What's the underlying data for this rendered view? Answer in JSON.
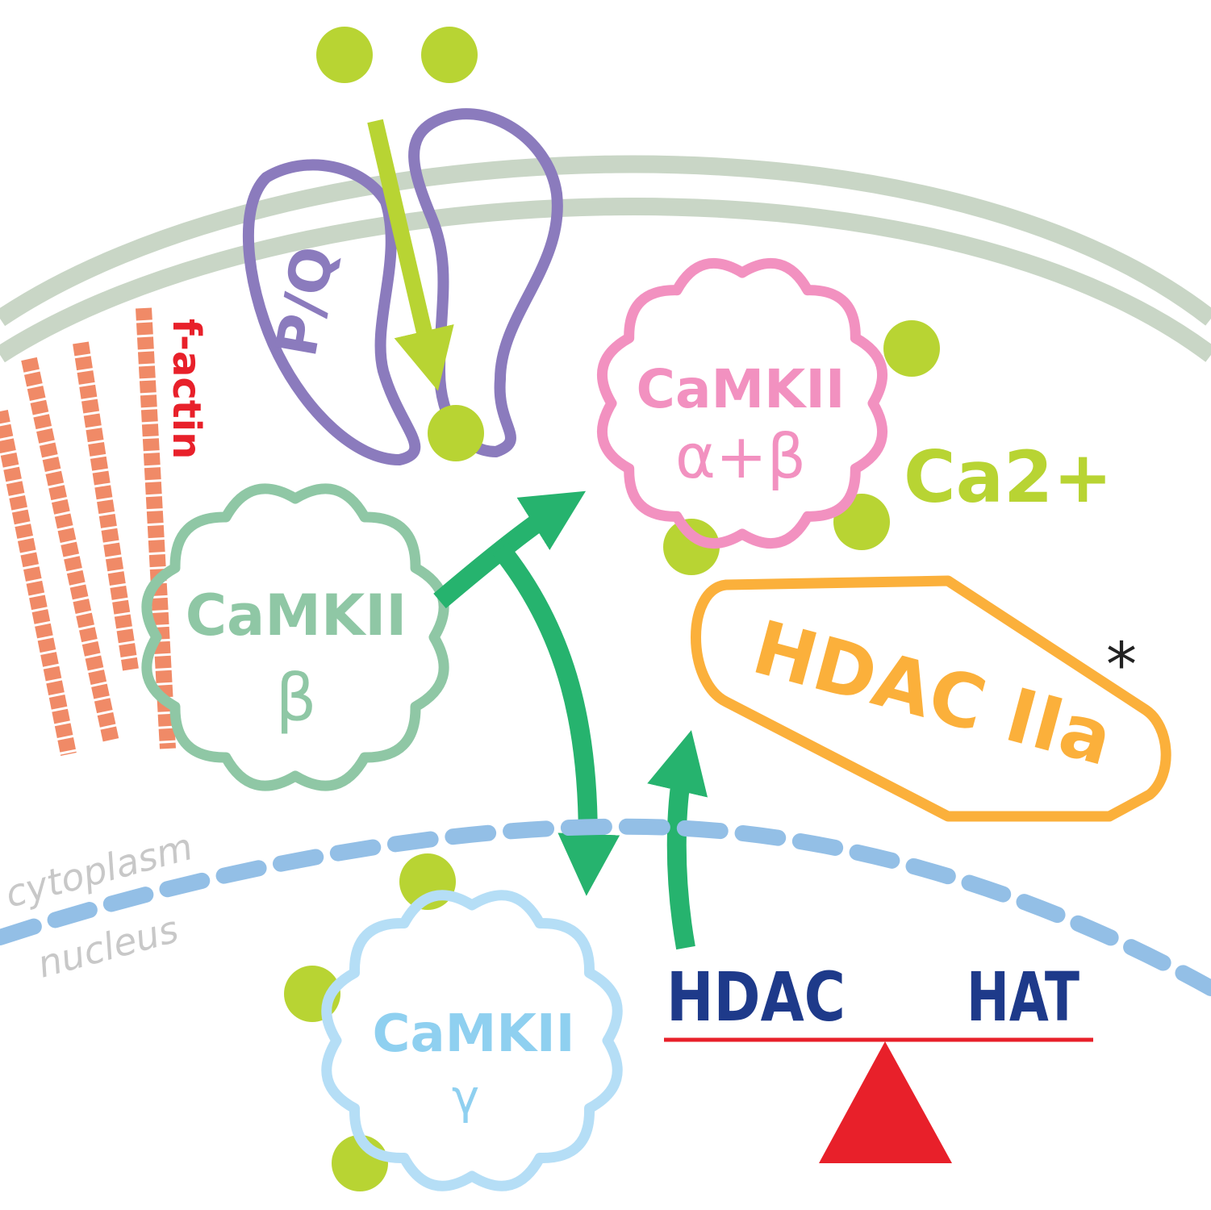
{
  "labels": {
    "f_actin": "f-actin",
    "pq_channel": "P/Q",
    "camkii_ab_line1": "CaMKII",
    "camkii_ab_line2": "α+β",
    "calcium": "Ca2+",
    "camkii_b_line1": "CaMKII",
    "camkii_b_line2": "β",
    "hdac_iia": "HDAC IIa",
    "asterisk": "*",
    "cytoplasm": "cytoplasm",
    "nucleus": "nucleus",
    "camkii_g_line1": "CaMKII",
    "camkii_g_line2": "γ",
    "hdac": "HDAC",
    "hat": "HAT"
  },
  "colors": {
    "membrane": "#c9d6c6",
    "f_actin": "#f08a67",
    "f_actin_label": "#e8202a",
    "channel": "#8b7bbd",
    "calcium": "#b8d433",
    "camkii_ab": "#f291c0",
    "camkii_b": "#8fc7a5",
    "camkii_g": "#b5def6",
    "camkii_g_text": "#8fd0f0",
    "arrow": "#26b36e",
    "hdac_iia": "#fbb03b",
    "nuclear_envelope": "#93bfe6",
    "compartment_text": "#c8c8c8",
    "balance_text": "#1e3a8a",
    "balance": "#e8202a"
  }
}
